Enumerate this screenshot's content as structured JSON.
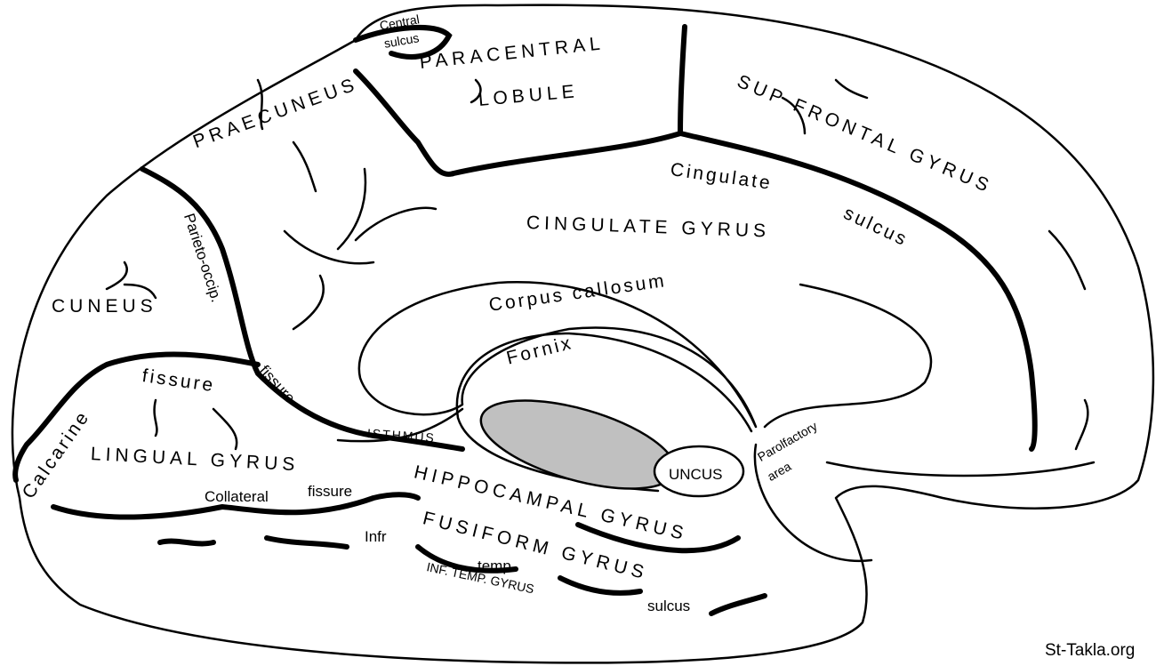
{
  "labels": {
    "central_sulcus_1": "Central",
    "central_sulcus_2": "sulcus",
    "paracentral_1": "PARACENTRAL",
    "paracentral_2": "LOBULE",
    "sup_frontal": "SUP  FRONTAL  GYRUS",
    "praecuneus": "PRAECUNEUS",
    "cingulate_sulcus_1": "Cingulate",
    "cingulate_sulcus_2": "sulcus",
    "cingulate_gyrus": "CINGULATE GYRUS",
    "parieto_occip": "Parieto-occip.",
    "fissure_po": "fissure",
    "cuneus": "CUNEUS",
    "corpus_callosum": "Corpus callosum",
    "fornix": "Fornix",
    "calcarine": "Calcarine",
    "calcarine_fissure": "fissure",
    "lingual_gyrus": "LINGUAL  GYRUS",
    "isthmus": "ISTHMUS",
    "hippocampal_gyrus": "HIPPOCAMPAL GYRUS",
    "uncus": "UNCUS",
    "parolfactory_1": "Parolfactory",
    "parolfactory_2": "area",
    "collateral": "Collateral",
    "collateral_fissure": "fissure",
    "fusiform_gyrus": "FUSIFORM GYRUS",
    "infr": "Infr",
    "temp": "temp.",
    "inf_temp_gyrus": "INF. TEMP. GYRUS",
    "sulcus_inf": "sulcus"
  },
  "watermark": "St-Takla.org",
  "colors": {
    "outline": "#000000",
    "fill": "#ffffff",
    "thalamus": "#c0c0c0"
  }
}
